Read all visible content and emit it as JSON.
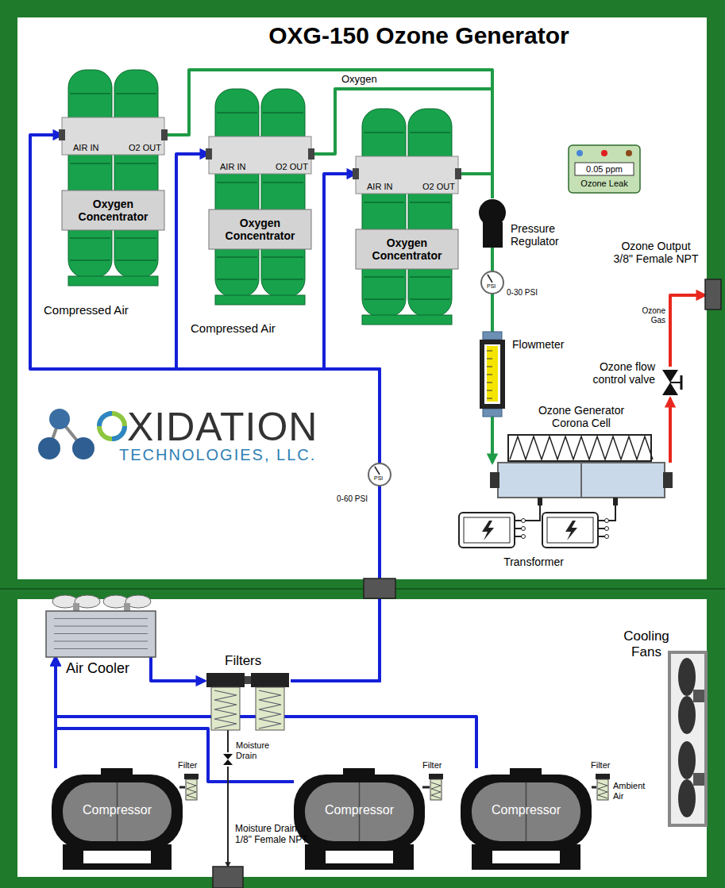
{
  "diagram": {
    "title": "OXG-150 Ozone Generator",
    "nodes": [
      {
        "text": [
          "Oxygen Concentrator",
          "AIR IN",
          "O2 OUT"
        ]
      },
      {
        "text": [
          "Oxygen Concentrator",
          "AIR IN",
          "O2 OUT"
        ]
      },
      {
        "text": [
          "Oxygen Concentrator",
          "AIR IN",
          "O2 OUT"
        ]
      },
      {
        "text": [
          "Pressure Regulator"
        ]
      },
      {
        "text": [
          "Flowmeter"
        ]
      },
      {
        "text": [
          "Ozone Generator Corona Cell"
        ]
      },
      {
        "text": [
          "Transformer"
        ]
      },
      {
        "text": [
          "Ozone flow control valve"
        ]
      },
      {
        "text": [
          "Ozone Output 3/8\" Female NPT"
        ]
      },
      {
        "text": [
          "0.05 ppm",
          "Ozone Leak"
        ]
      },
      {
        "text": [
          "Air Cooler"
        ]
      },
      {
        "text": [
          "Filters"
        ]
      },
      {
        "text": [
          "Compressor"
        ]
      },
      {
        "text": [
          "Compressor"
        ]
      },
      {
        "text": [
          "Compressor"
        ]
      },
      {
        "text": [
          "Cooling Fans"
        ]
      },
      {
        "text": [
          "Moisture Drain 1/8\" Female NPT"
        ]
      },
      {
        "text": [
          "Moisture Drain"
        ]
      }
    ],
    "edges": [
      {
        "from": 0,
        "to": 3,
        "arrow": "none",
        "label": "Oxygen"
      },
      {
        "from": 1,
        "to": 3,
        "arrow": "none"
      },
      {
        "from": 2,
        "to": 3,
        "arrow": "none"
      },
      {
        "from": 3,
        "to": 4,
        "arrow": "none"
      },
      {
        "from": 4,
        "to": 5,
        "arrow": "to"
      },
      {
        "from": 5,
        "to": 7,
        "arrow": "to"
      },
      {
        "from": 7,
        "to": 8,
        "arrow": "to",
        "label": "Ozone Gas"
      },
      {
        "from": 6,
        "to": 5,
        "arrow": "none"
      },
      {
        "from": 12,
        "to": 10,
        "arrow": "to"
      },
      {
        "from": 13,
        "to": 10,
        "arrow": "to"
      },
      {
        "from": 14,
        "to": 10,
        "arrow": "to"
      },
      {
        "from": 10,
        "to": 11,
        "arrow": "to"
      },
      {
        "from": 11,
        "to": 0,
        "arrow": "to"
      },
      {
        "from": 11,
        "to": 1,
        "arrow": "to"
      },
      {
        "from": 11,
        "to": 2,
        "arrow": "to"
      },
      {
        "from": 11,
        "to": 17,
        "arrow": "none"
      },
      {
        "from": 17,
        "to": 16,
        "arrow": "to"
      }
    ],
    "labels": [
      "Compressed Air",
      "Compressed Air",
      "0-30 PSI",
      "PSI",
      "0-60 PSI",
      "PSI",
      "XIDATION",
      "TECHNOLOGIES, LLC.",
      "Filter",
      "Filter",
      "Filter",
      "Ambient Air"
    ]
  }
}
